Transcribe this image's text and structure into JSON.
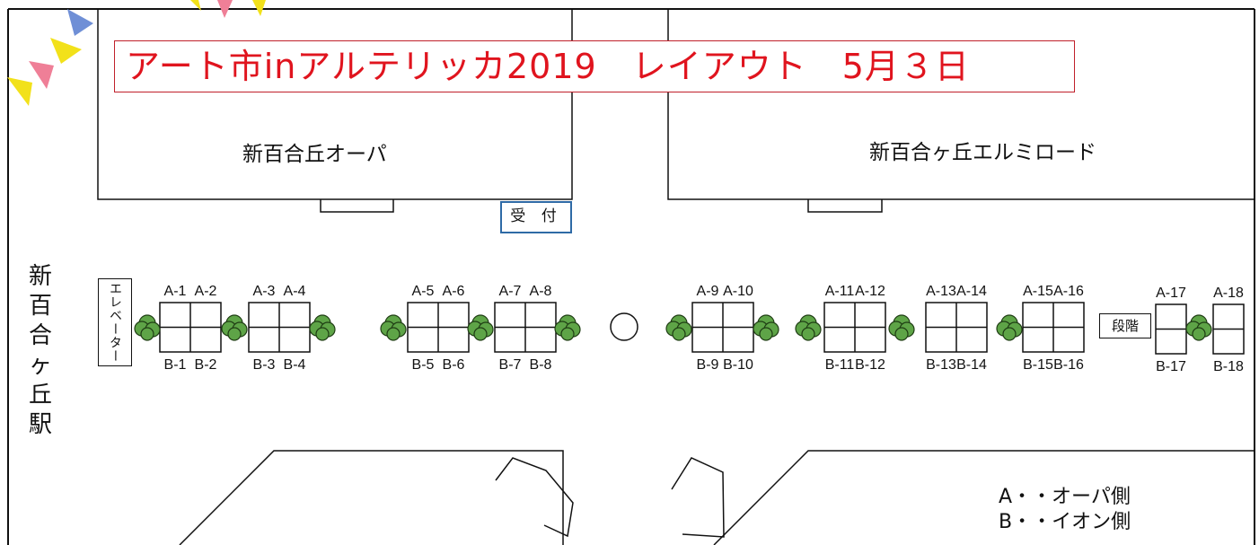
{
  "title": "アート市inアルテリッカ2019　レイアウト　5月３日",
  "buildings": {
    "left": "新百合丘オーパ",
    "right": "新百合ヶ丘エルミロード"
  },
  "reception": "受 付",
  "station": "新百合ヶ丘駅",
  "elevator": "エレベーター",
  "stairs": "段階",
  "legend": {
    "a": "A・・オーパ側",
    "b": "B・・イオン側"
  },
  "stalls": {
    "a": [
      "A-1",
      "A-2",
      "A-3",
      "A-4",
      "A-5",
      "A-6",
      "A-7",
      "A-8",
      "A-9",
      "A-10",
      "A-11",
      "A-12",
      "A-13",
      "A-14",
      "A-15",
      "A-16",
      "A-17",
      "A-18"
    ],
    "b": [
      "B-1",
      "B-2",
      "B-3",
      "B-4",
      "B-5",
      "B-6",
      "B-7",
      "B-8",
      "B-9",
      "B-10",
      "B-11",
      "B-12",
      "B-13",
      "B-14",
      "B-15",
      "B-16",
      "B-17",
      "B-18"
    ]
  },
  "colors": {
    "title_text": "#e0141e",
    "title_border": "#c0202a",
    "tree": "#5ea447",
    "reception_border": "#2e6aa6",
    "bunting": [
      "#6f8fd6",
      "#f2e11a",
      "#ef7f97"
    ]
  },
  "icons": [
    "bunting-flags",
    "tree-icon",
    "pillar-circle"
  ]
}
